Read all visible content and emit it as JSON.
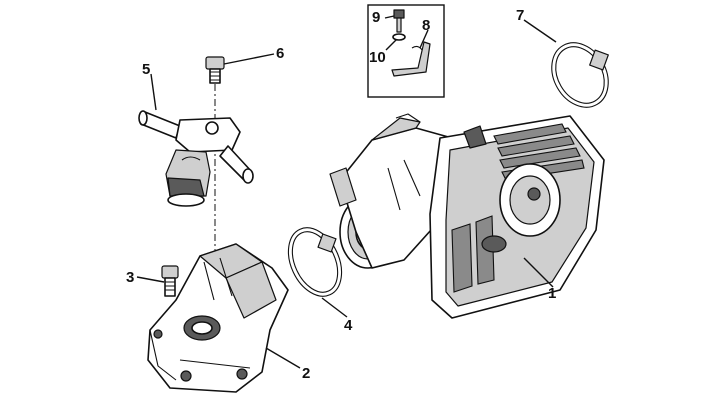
{
  "callouts": [
    {
      "id": "1",
      "label": "1"
    },
    {
      "id": "2",
      "label": "2"
    },
    {
      "id": "3",
      "label": "3"
    },
    {
      "id": "4",
      "label": "4"
    },
    {
      "id": "5",
      "label": "5"
    },
    {
      "id": "6",
      "label": "6"
    },
    {
      "id": "7",
      "label": "7"
    },
    {
      "id": "8",
      "label": "8"
    },
    {
      "id": "9",
      "label": "9"
    },
    {
      "id": "10",
      "label": "10"
    }
  ],
  "colors": {
    "ink": "#111111",
    "shade_light": "#cfcfcf",
    "shade_mid": "#8a8a8a",
    "shade_dark": "#5a5a5a",
    "background": "#ffffff"
  }
}
